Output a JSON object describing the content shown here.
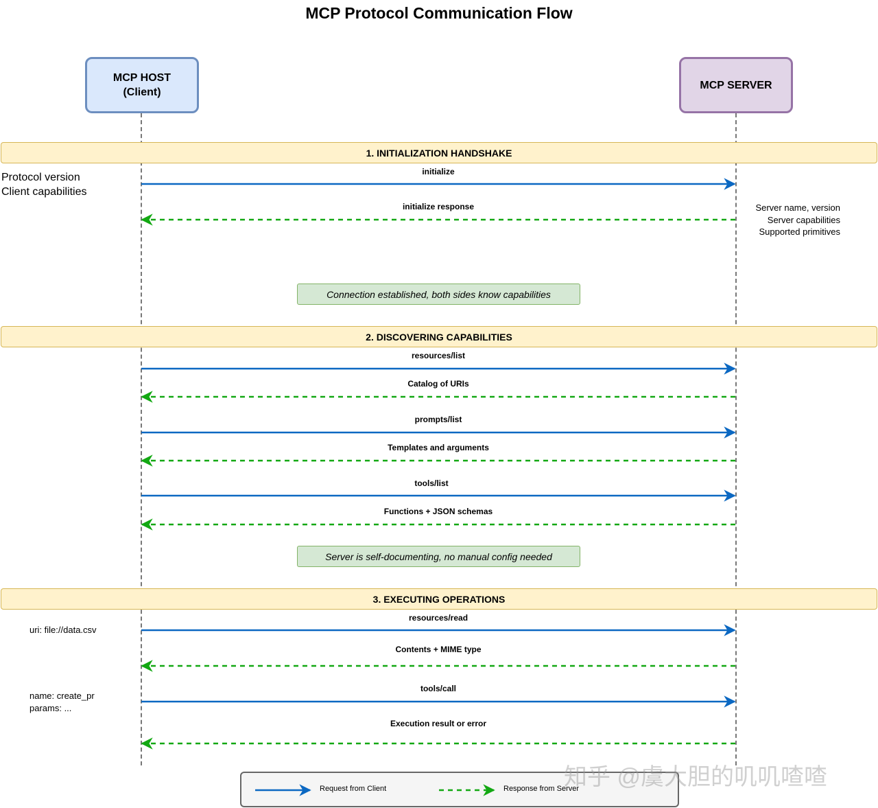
{
  "title": "MCP Protocol Communication Flow",
  "actors": {
    "host": "MCP HOST\n(Client)",
    "server": "MCP SERVER"
  },
  "phases": {
    "p1": "1. INITIALIZATION HANDSHAKE",
    "p2": "2. DISCOVERING CAPABILITIES",
    "p3": "3. EXECUTING OPERATIONS"
  },
  "notes": {
    "n1": "Connection established, both sides know capabilities",
    "n2": "Server is self-documenting, no manual config needed"
  },
  "messages": {
    "m1": "initialize",
    "m2": "initialize response",
    "m3": "resources/list",
    "m4": "Catalog of URIs",
    "m5": "prompts/list",
    "m6": "Templates and arguments",
    "m7": "tools/list",
    "m8": "Functions + JSON schemas",
    "m9": "resources/read",
    "m10": "Contents + MIME type",
    "m11": "tools/call",
    "m12": "Execution result or error"
  },
  "side_notes": {
    "s1": "Protocol version\nClient capabilities",
    "s2": "Server name, version\nServer capabilities\nSupported primitives",
    "s3": "uri: file://data.csv",
    "s4": "name: create_pr\nparams: ..."
  },
  "legend": {
    "request": "Request from Client",
    "response": "Response from Server"
  },
  "colors": {
    "request": "#0b68c2",
    "response": "#13a813"
  },
  "watermark": "知乎 @虞大胆的叽叽喳喳"
}
